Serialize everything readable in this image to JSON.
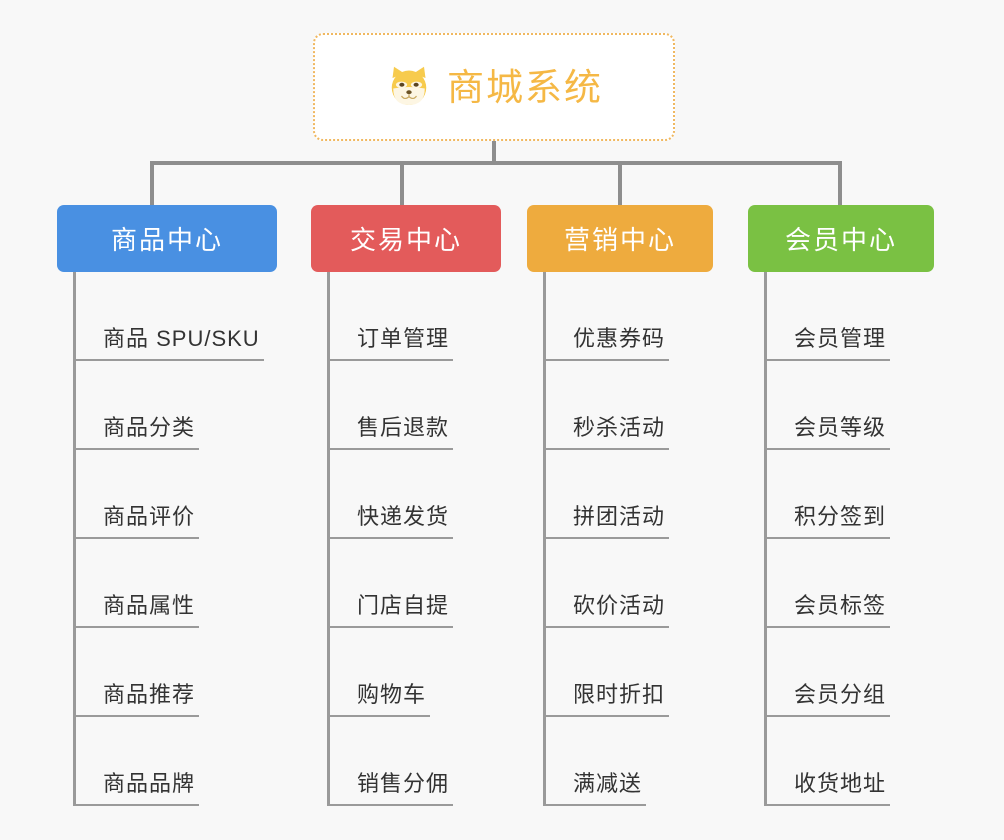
{
  "root": {
    "title": "商城系统",
    "icon": "shiba-dog-icon",
    "title_color": "#f5b845",
    "border_color": "#f0b860",
    "background": "#ffffff"
  },
  "canvas": {
    "background": "#f8f8f8",
    "connector_color": "#8e8e8e"
  },
  "categories": [
    {
      "label": "商品中心",
      "color": "#4990e2",
      "items": [
        {
          "label": "商品 SPU/SKU"
        },
        {
          "label": "商品分类"
        },
        {
          "label": "商品评价"
        },
        {
          "label": "商品属性"
        },
        {
          "label": "商品推荐"
        },
        {
          "label": "商品品牌"
        }
      ]
    },
    {
      "label": "交易中心",
      "color": "#e35b5b",
      "items": [
        {
          "label": "订单管理"
        },
        {
          "label": "售后退款"
        },
        {
          "label": "快递发货"
        },
        {
          "label": "门店自提"
        },
        {
          "label": "购物车"
        },
        {
          "label": "销售分佣"
        }
      ]
    },
    {
      "label": "营销中心",
      "color": "#eeab3e",
      "items": [
        {
          "label": "优惠券码"
        },
        {
          "label": "秒杀活动"
        },
        {
          "label": "拼团活动"
        },
        {
          "label": "砍价活动"
        },
        {
          "label": "限时折扣"
        },
        {
          "label": "满减送"
        }
      ]
    },
    {
      "label": "会员中心",
      "color": "#7ac143",
      "items": [
        {
          "label": "会员管理"
        },
        {
          "label": "会员等级"
        },
        {
          "label": "积分签到"
        },
        {
          "label": "会员标签"
        },
        {
          "label": "会员分组"
        },
        {
          "label": "收货地址"
        }
      ]
    }
  ]
}
